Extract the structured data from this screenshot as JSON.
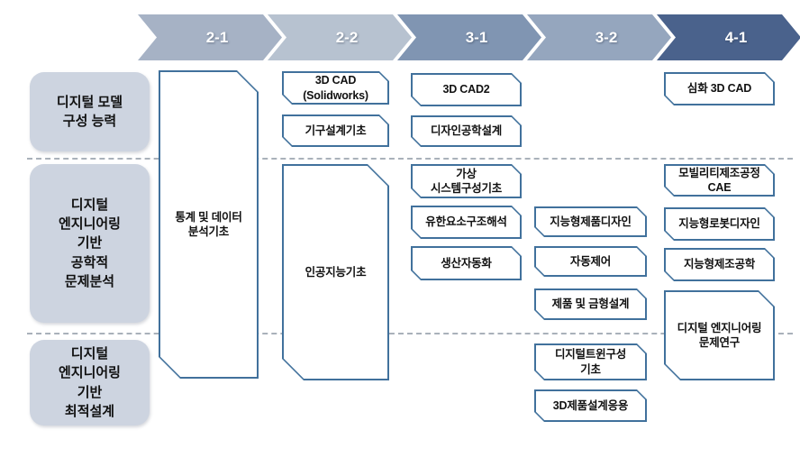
{
  "header": {
    "semesters": [
      {
        "label": "2-1",
        "color": "#a6b2c5"
      },
      {
        "label": "2-2",
        "color": "#b7c2d0"
      },
      {
        "label": "3-1",
        "color": "#8095b2"
      },
      {
        "label": "3-2",
        "color": "#95a6be"
      },
      {
        "label": "4-1",
        "color": "#4a628c"
      }
    ]
  },
  "competencies": [
    {
      "label": "디지털 모델\n구성 능력"
    },
    {
      "label": "디지털\n엔지니어링\n기반\n공학적\n문제분석"
    },
    {
      "label": "디지털\n엔지니어링\n기반\n최적설계"
    }
  ],
  "courses": {
    "stats_data_analysis": "통계 및 데이터\n분석기초",
    "cad_solidworks": "3D CAD\n(Solidworks)",
    "mechanism_design_basics": "기구설계기초",
    "ai_basics": "인공지능기초",
    "cad2": "3D CAD2",
    "design_engineering": "디자인공학설계",
    "virtual_system_basics": "가상\n시스템구성기초",
    "fem_structural_analysis": "유한요소구조해석",
    "production_automation": "생산자동화",
    "intelligent_product_design": "지능형제품디자인",
    "automatic_control": "자동제어",
    "product_mold_design": "제품 및 금형설계",
    "digital_twin_basics": "디지털트윈구성\n기초",
    "product_design_3d_app": "3D제품설계응용",
    "advanced_3d_cad": "심화 3D CAD",
    "mobility_manufacturing_cae": "모빌리티제조공정\nCAE",
    "intelligent_robot_design": "지능형로봇디자인",
    "intelligent_manufacturing": "지능형제조공학",
    "digital_engineering_research": "디지털 엔지니어링\n문제연구"
  },
  "colors": {
    "box-border": "#41719c",
    "label-fill": "#cdd4e0",
    "dash-line": "#a9b1ba",
    "chevron-text": "#ffffff",
    "course-text": "#111111"
  }
}
